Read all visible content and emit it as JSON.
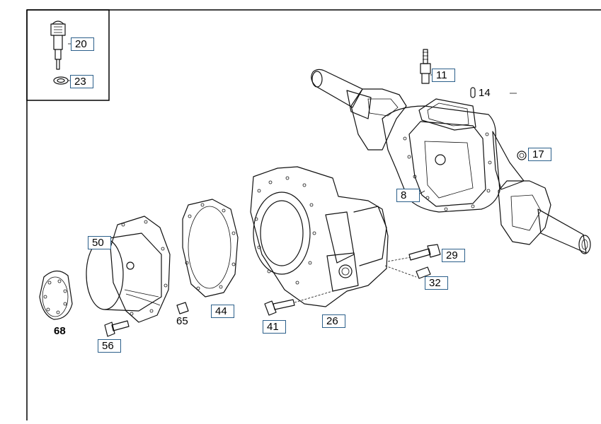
{
  "diagram": {
    "inset_callouts": [
      "20",
      "23"
    ],
    "callouts": [
      {
        "id": "11",
        "boxed": true
      },
      {
        "id": "14",
        "boxed": false
      },
      {
        "id": "17",
        "boxed": true
      },
      {
        "id": "8",
        "boxed": true
      },
      {
        "id": "29",
        "boxed": true
      },
      {
        "id": "32",
        "boxed": true
      },
      {
        "id": "50",
        "boxed": true
      },
      {
        "id": "44",
        "boxed": true
      },
      {
        "id": "26",
        "boxed": true
      },
      {
        "id": "41",
        "boxed": true
      },
      {
        "id": "56",
        "boxed": true
      },
      {
        "id": "65",
        "boxed": false
      },
      {
        "id": "68",
        "boxed": false
      }
    ]
  }
}
